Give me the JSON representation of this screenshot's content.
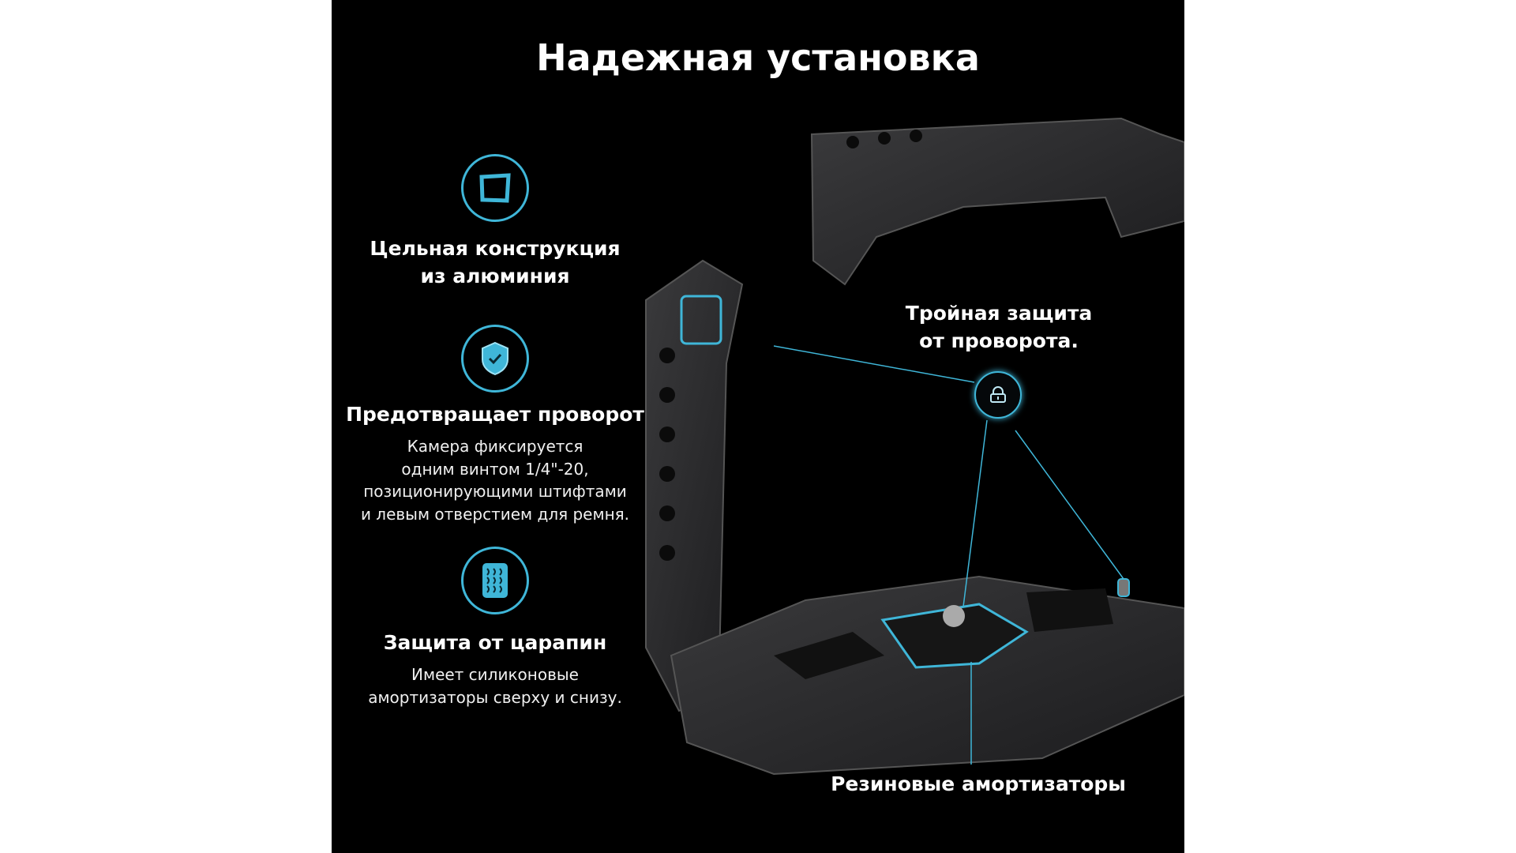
{
  "title": "Надежная установка",
  "features": [
    {
      "icon": "aluminum-frame-icon",
      "heading": [
        "Цельная конструкция",
        "из алюминия"
      ],
      "body": []
    },
    {
      "icon": "shield-check-icon",
      "heading": [
        "Предотвращает проворот"
      ],
      "body": [
        "Камера фиксируется",
        "одним винтом 1/4\"-20,",
        "позиционирующими штифтами",
        "и левым отверстием для ремня."
      ]
    },
    {
      "icon": "silicone-pad-icon",
      "heading": [
        "Защита от царапин"
      ],
      "body": [
        "Имеет силиконовые",
        "амортизаторы сверху и снизу."
      ]
    }
  ],
  "callouts": {
    "triple": [
      "Тройная защита",
      "от проворота."
    ],
    "rubber": "Резиновые амортизаторы"
  },
  "colors": {
    "accent": "#3fb6d8",
    "background": "#000000"
  }
}
